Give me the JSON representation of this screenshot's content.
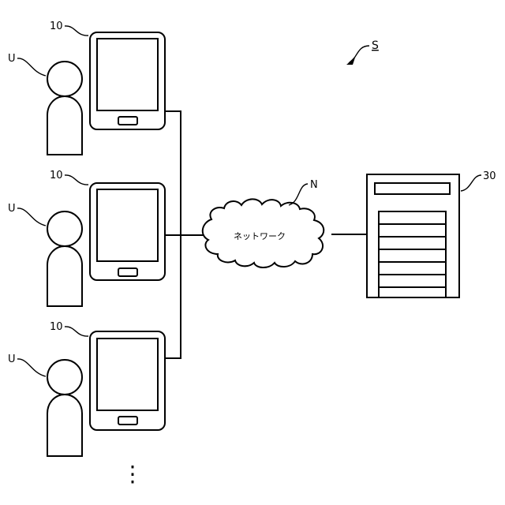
{
  "system_label": "S",
  "network": {
    "ref_label": "N",
    "text": "ネットワーク"
  },
  "server": {
    "ref_label": "30"
  },
  "terminals": [
    {
      "ref_label": "10",
      "user_label": "U"
    },
    {
      "ref_label": "10",
      "user_label": "U"
    },
    {
      "ref_label": "10",
      "user_label": "U"
    }
  ],
  "continuation": "⋮"
}
